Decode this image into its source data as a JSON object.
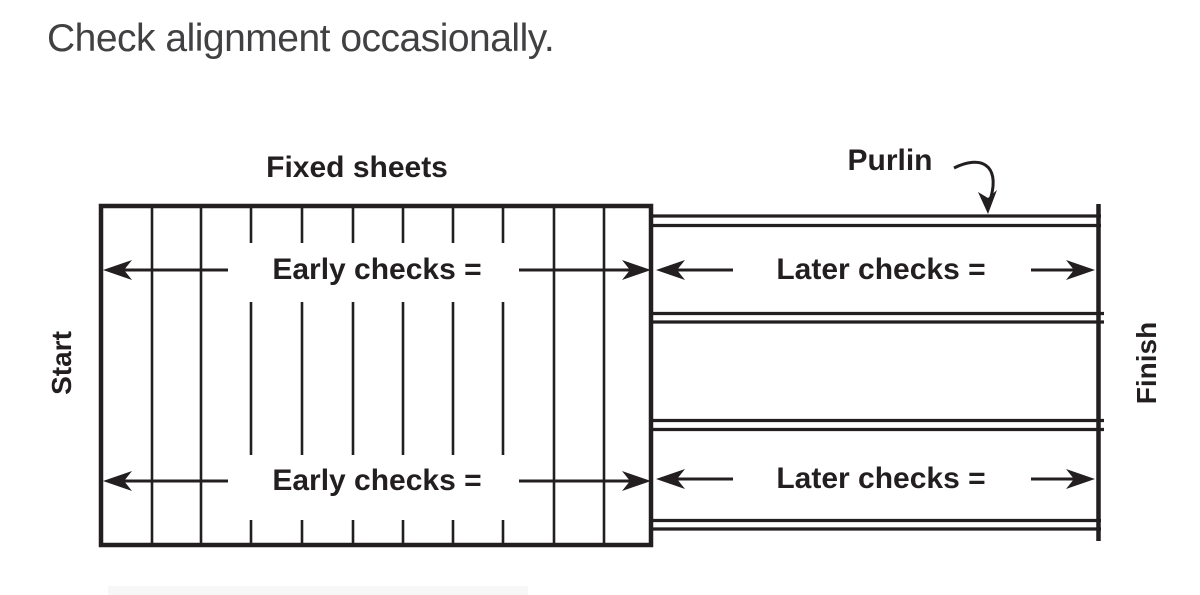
{
  "title": "Check alignment occasionally.",
  "diagram": {
    "labels": {
      "fixed_sheets": "Fixed sheets",
      "purlin": "Purlin",
      "start": "Start",
      "finish": "Finish",
      "early_checks": "Early checks =",
      "later_checks": "Later checks ="
    },
    "colors": {
      "line": "#231f20",
      "title_text": "#414042",
      "background": "#ffffff"
    },
    "structure": {
      "fixed_sheet_columns": 11,
      "purlin_count": 4,
      "check_rows": 2,
      "direction": "Start (left) to Finish (right)"
    }
  }
}
